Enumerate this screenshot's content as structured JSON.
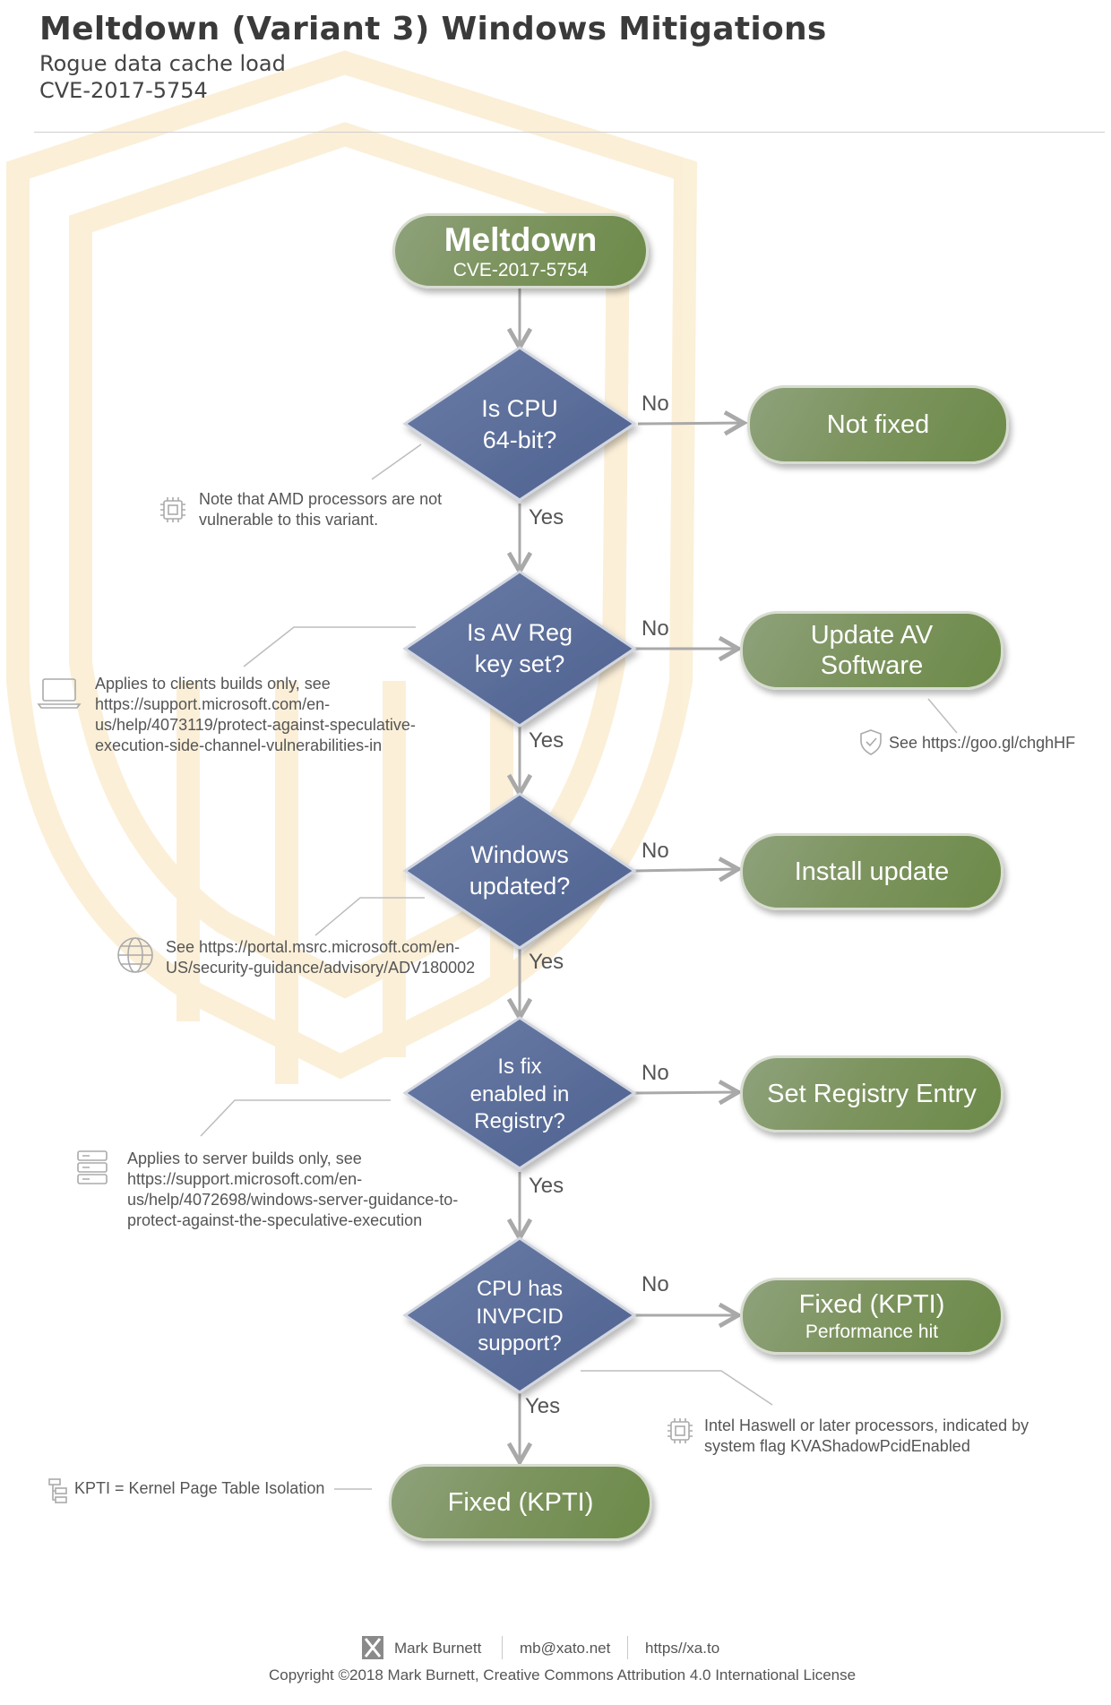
{
  "header": {
    "title": "Meltdown (Variant 3) Windows Mitigations",
    "subtitle_1": "Rogue data cache load",
    "subtitle_2": "CVE-2017-5754"
  },
  "flow": {
    "start": {
      "title": "Meltdown",
      "subtitle": "CVE-2017-5754"
    },
    "decisions": {
      "d1": "Is CPU\n64-bit?",
      "d2": "Is AV Reg\nkey set?",
      "d3": "Windows\nupdated?",
      "d4": "Is fix\nenabled in\nRegistry?",
      "d5": "CPU has\nINVPCID\nsupport?"
    },
    "outcomes": {
      "not_fixed": "Not fixed",
      "update_av": "Update AV\nSoftware",
      "install_update": "Install update",
      "set_registry": "Set Registry Entry",
      "fixed_kpti_perf": {
        "title": "Fixed (KPTI)",
        "subtitle": "Performance hit"
      },
      "fixed_kpti": "Fixed (KPTI)"
    },
    "edge_labels": {
      "yes": "Yes",
      "no": "No"
    }
  },
  "notes": {
    "amd": "Note that AMD processors are not\nvulnerable to this variant.",
    "clients": "Applies to clients builds only, see\nhttps://support.microsoft.com/en-\nus/help/4073119/protect-against-speculative-\nexecution-side-channel-vulnerabilities-in",
    "av": "See https://goo.gl/chghHF",
    "msrc": "See https://portal.msrc.microsoft.com/en-\nUS/security-guidance/advisory/ADV180002",
    "server": "Applies to server builds only, see\nhttps://support.microsoft.com/en-\nus/help/4072698/windows-server-guidance-to-\nprotect-against-the-speculative-execution",
    "intel": "Intel Haswell or later processors, indicated by\nsystem flag KVAShadowPcidEnabled",
    "kpti": "KPTI = Kernel Page Table Isolation"
  },
  "footer": {
    "author": "Mark Burnett",
    "email": "mb@xato.net",
    "site": "https//xa.to",
    "copyright": "Copyright ©2018 Mark Burnett, Creative Commons Attribution 4.0 International License"
  },
  "colors": {
    "decision": "#5b6e9a",
    "terminal": "#7a915c",
    "arrow": "#a9a9a9",
    "watermark": "#fbeed4"
  },
  "icons": {
    "amd_note": "cpu-chip-icon",
    "clients_note": "laptop-icon",
    "av_note": "shield-check-icon",
    "msrc_note": "globe-icon",
    "server_note": "server-icon",
    "intel_note": "cpu-chip-icon",
    "kpti_note": "hierarchy-icon",
    "footer_logo": "xato-logo-icon"
  }
}
